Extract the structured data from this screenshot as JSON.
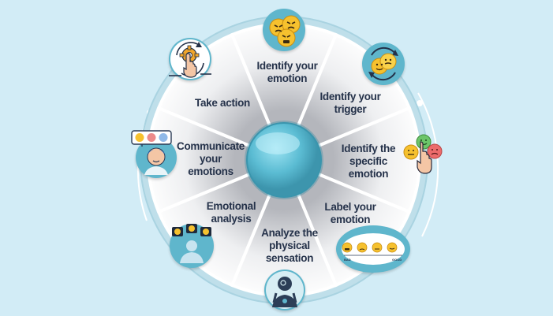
{
  "wheel": {
    "segments": [
      {
        "label": "Identify your\nemotion",
        "icon": "angry-faces-icon"
      },
      {
        "label": "Identify your\ntrigger",
        "icon": "cycle-faces-icon"
      },
      {
        "label": "Identify the\nspecific\nemotion",
        "icon": "pointing-hand-emoji-icon"
      },
      {
        "label": "Label your\nemotion",
        "icon": "emotion-scale-icon"
      },
      {
        "label": "Analyze the\nphysical\nsensation",
        "icon": "distressed-person-icon"
      },
      {
        "label": "Emotional\nanalysis",
        "icon": "person-thought-bubbles-icon"
      },
      {
        "label": "Communicate\nyour\nemotions",
        "icon": "person-emoji-board-icon"
      },
      {
        "label": "Take action",
        "icon": "gear-hand-icon"
      }
    ],
    "scale": {
      "left": "BAD",
      "right": "GOOD"
    }
  },
  "colors": {
    "background": "#d2ecf6",
    "rim": "#bfdfea",
    "hub": "#4ea9c0",
    "badge": "#5fb6cc",
    "text": "#25324a"
  }
}
